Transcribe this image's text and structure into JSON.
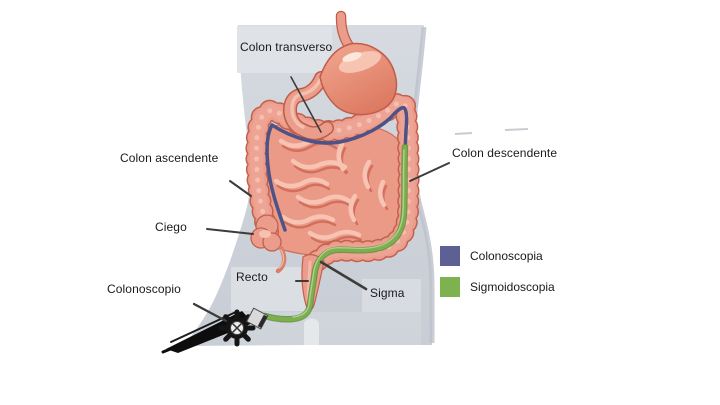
{
  "diagram": {
    "labels": {
      "colon_transverso": "Colon transverso",
      "colon_ascendente": "Colon ascendente",
      "ciego": "Ciego",
      "colonoscopio": "Colonoscopio",
      "recto": "Recto",
      "sigma": "Sigma",
      "colon_descendente": "Colon descendente"
    }
  },
  "legend": {
    "items": [
      {
        "label": "Colonoscopia",
        "color": "#5c6095"
      },
      {
        "label": "Sigmoidoscopia",
        "color": "#7eb24e"
      }
    ]
  },
  "colors": {
    "colonoscopy_line": "#4d5287",
    "sigmoidoscopy_line": "#7cb04e",
    "body_silhouette": "#ccd1d9",
    "intestine": "#ec9c8a"
  }
}
